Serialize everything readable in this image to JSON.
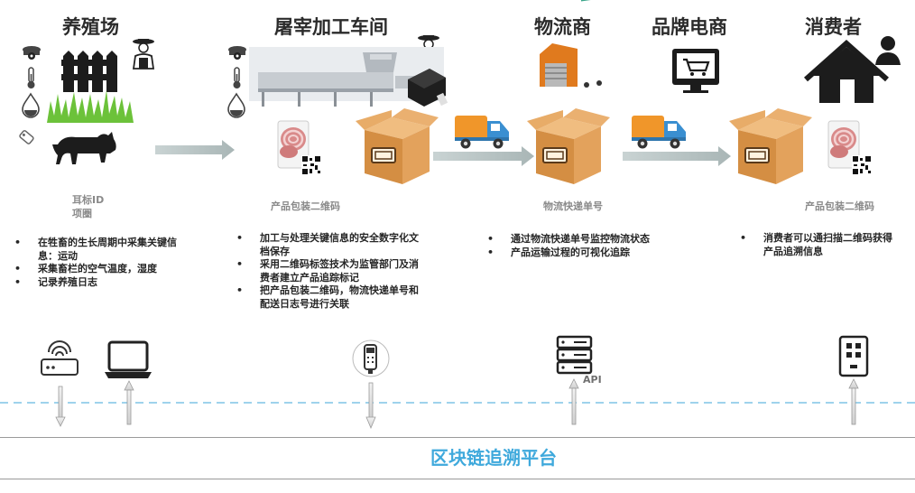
{
  "stages": {
    "farm": {
      "title": "养殖场",
      "tag_label_1": "耳标ID",
      "tag_label_2": "项圈",
      "bullets": [
        "在牲畜的生长周期中采集关键信息：运动",
        "采集畜栏的空气温度，湿度",
        "记录养殖日志"
      ]
    },
    "processing": {
      "title": "屠宰加工车间",
      "label": "产品包装二维码",
      "bullets": [
        "加工与处理关键信息的安全数字化文档保存",
        "采用二维码标签技术为监管部门及消费者建立产品追踪标记",
        "把产品包装二维码，物流快递单号和配送日志号进行关联"
      ]
    },
    "logistics": {
      "title": "物流商",
      "label": "物流快递单号",
      "bullets": [
        "通过物流快递单号监控物流状态",
        "产品运输过程的可视化追踪"
      ]
    },
    "ecommerce": {
      "title": "品牌电商"
    },
    "consumer": {
      "title": "消费者",
      "label": "产品包装二维码",
      "bullets": [
        "消费者可以通扫描二维码获得产品追溯信息"
      ]
    }
  },
  "api_label": "API",
  "platform_title": "区块链追溯平台",
  "colors": {
    "platform_text": "#3fa9dc",
    "dashed_line": "#7fc3e6",
    "truck_body": "#f0962a",
    "truck_cab": "#3a8fd1",
    "grass": "#6cc23a",
    "box": "#e3a25c"
  },
  "icons": [
    "camera-icon",
    "thermometer-icon",
    "humidity-icon",
    "ear-tag-icon",
    "farmer-icon",
    "fence-icon",
    "grass-icon",
    "bull-icon",
    "meat-package-icon",
    "qr-code-icon",
    "cardboard-box-icon",
    "label-printer-icon",
    "factory-line-icon",
    "truck-icon",
    "warehouse-icon",
    "shop-monitor-icon",
    "house-icon",
    "router-icon",
    "laptop-icon",
    "scanner-icon",
    "server-icon",
    "smartphone-icon"
  ]
}
